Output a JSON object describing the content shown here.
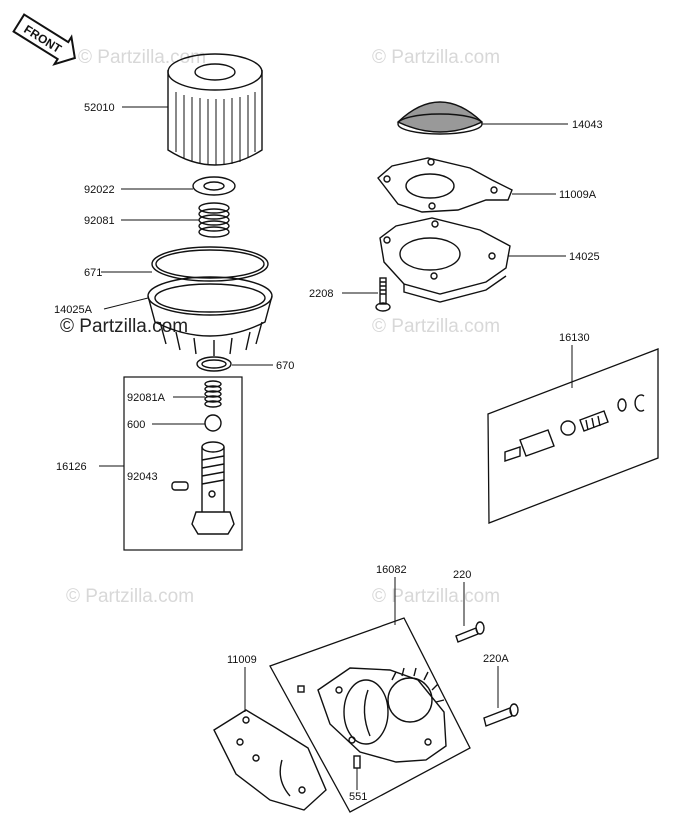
{
  "front_label": "FRONT",
  "watermarks": [
    "© Partzilla.com",
    "© Partzilla.com",
    "© Partzilla.com",
    "© Partzilla.com",
    "© Partzilla.com",
    "© Partzilla.com",
    "© Partzilla.com"
  ],
  "labels": {
    "p52010": "52010",
    "p92022": "92022",
    "p92081": "92081",
    "p671": "671",
    "p14025A": "14025A",
    "p670": "670",
    "p92081A": "92081A",
    "p600": "600",
    "p16126": "16126",
    "p92043": "92043",
    "p14043": "14043",
    "p11009A": "11009A",
    "p14025": "14025",
    "p2208": "2208",
    "p16130": "16130",
    "p16082": "16082",
    "p220": "220",
    "p220A": "220A",
    "p11009": "11009",
    "p551": "551"
  }
}
